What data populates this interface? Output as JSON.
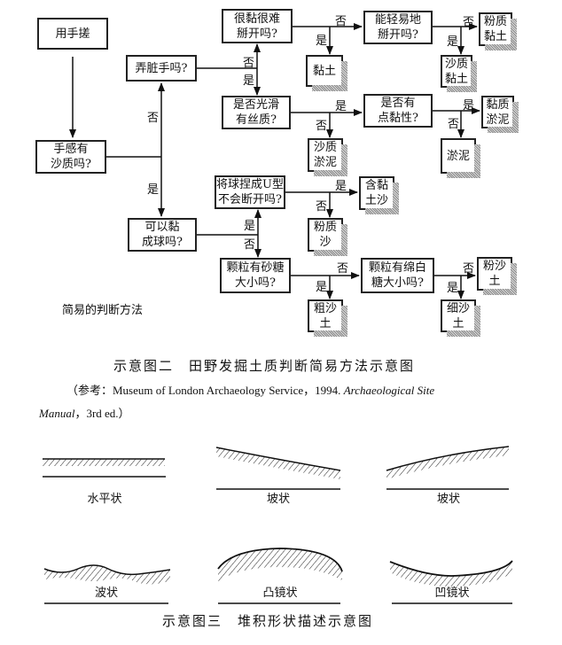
{
  "flowchart": {
    "nodes": {
      "rub": "用手搓",
      "gritty": "手感有\n沙质吗?",
      "dirty": "弄脏手吗?",
      "sticky_hard": "很黏很难\n掰开吗?",
      "easy_split": "能轻易地\n掰开吗?",
      "silty_clay": "粉质\n黏土",
      "clay": "黏土",
      "sandy_clay": "沙质\n黏土",
      "smooth_silky": "是否光滑\n有丝质?",
      "slightly_sticky": "是否有\n点黏性?",
      "clayey_silt": "黏质\n淤泥",
      "sandy_silt": "沙质\n淤泥",
      "silt": "淤泥",
      "u_shape": "将球捏成U型\n不会断开吗?",
      "clayey_sand": "含黏\n土沙",
      "ball": "可以黏\n成球吗?",
      "silty_sand": "粉质\n沙",
      "sugar": "颗粒有砂糖\n大小吗?",
      "fine_sugar": "颗粒有绵白\n糖大小吗?",
      "silty_sand_soil": "粉沙\n土",
      "coarse_sand": "粗沙\n土",
      "fine_sand": "细沙\n土"
    },
    "yes": "是",
    "no": "否",
    "method_label": "简易的判断方法"
  },
  "figure2_caption": "示意图二　田野发掘土质判断简易方法示意图",
  "reference": {
    "prefix": "（参考：Museum of London Archaeology Service，1994. ",
    "title_part1": "Archaeological Site",
    "title_part2": "Manual",
    "suffix": "，3rd ed.）"
  },
  "shapes": [
    "水平状",
    "坡状",
    "坡状",
    "波状",
    "凸镜状",
    "凹镜状"
  ],
  "figure3_caption": "示意图三　堆积形状描述示意图"
}
